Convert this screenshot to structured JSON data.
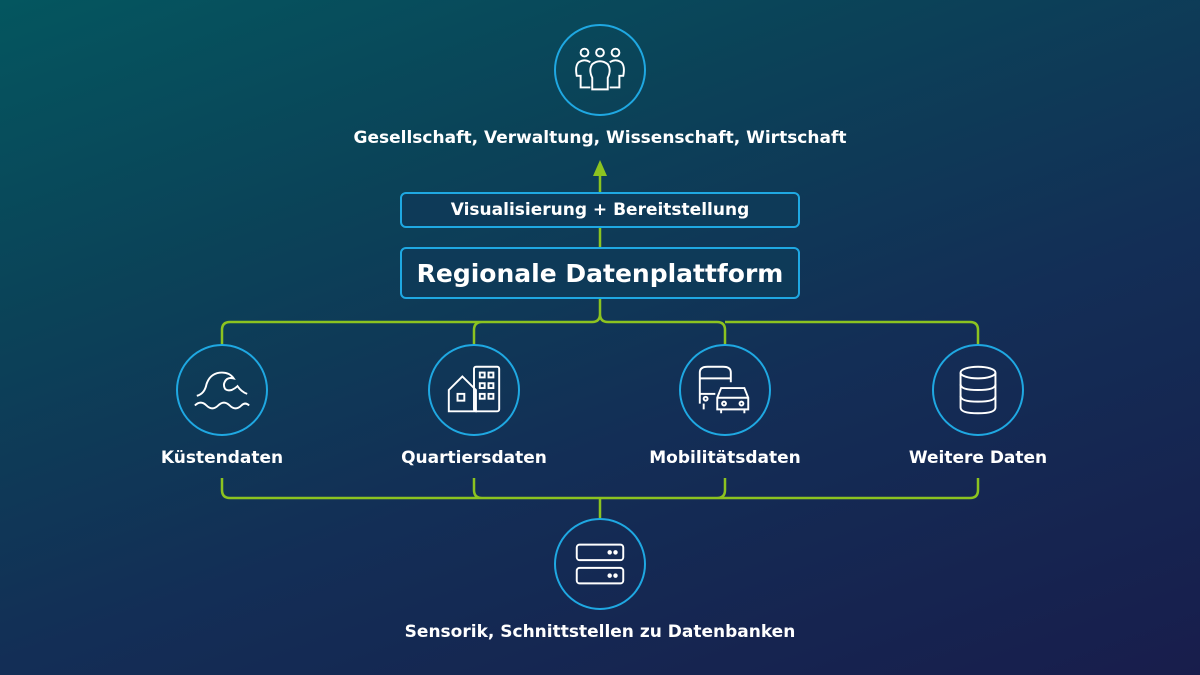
{
  "top": {
    "icon": "people-group-icon",
    "label": "Gesellschaft, Verwaltung, Wissenschaft, Wirtschaft"
  },
  "boxes": {
    "visualization": "Visualisierung + Bereitstellung",
    "platform": "Regionale Datenplattform"
  },
  "sources": [
    {
      "icon": "wave-icon",
      "label": "Küstendaten"
    },
    {
      "icon": "house-building-icon",
      "label": "Quartiersdaten"
    },
    {
      "icon": "bus-car-icon",
      "label": "Mobilitätsdaten"
    },
    {
      "icon": "database-icon",
      "label": "Weitere Daten"
    }
  ],
  "bottom": {
    "icon": "server-icon",
    "label": "Sensorik, Schnittstellen zu Datenbanken"
  },
  "colors": {
    "circle": "#1fa8e2",
    "connector": "#8cc320",
    "bg_start": "#04565f",
    "bg_end": "#181d4c"
  }
}
